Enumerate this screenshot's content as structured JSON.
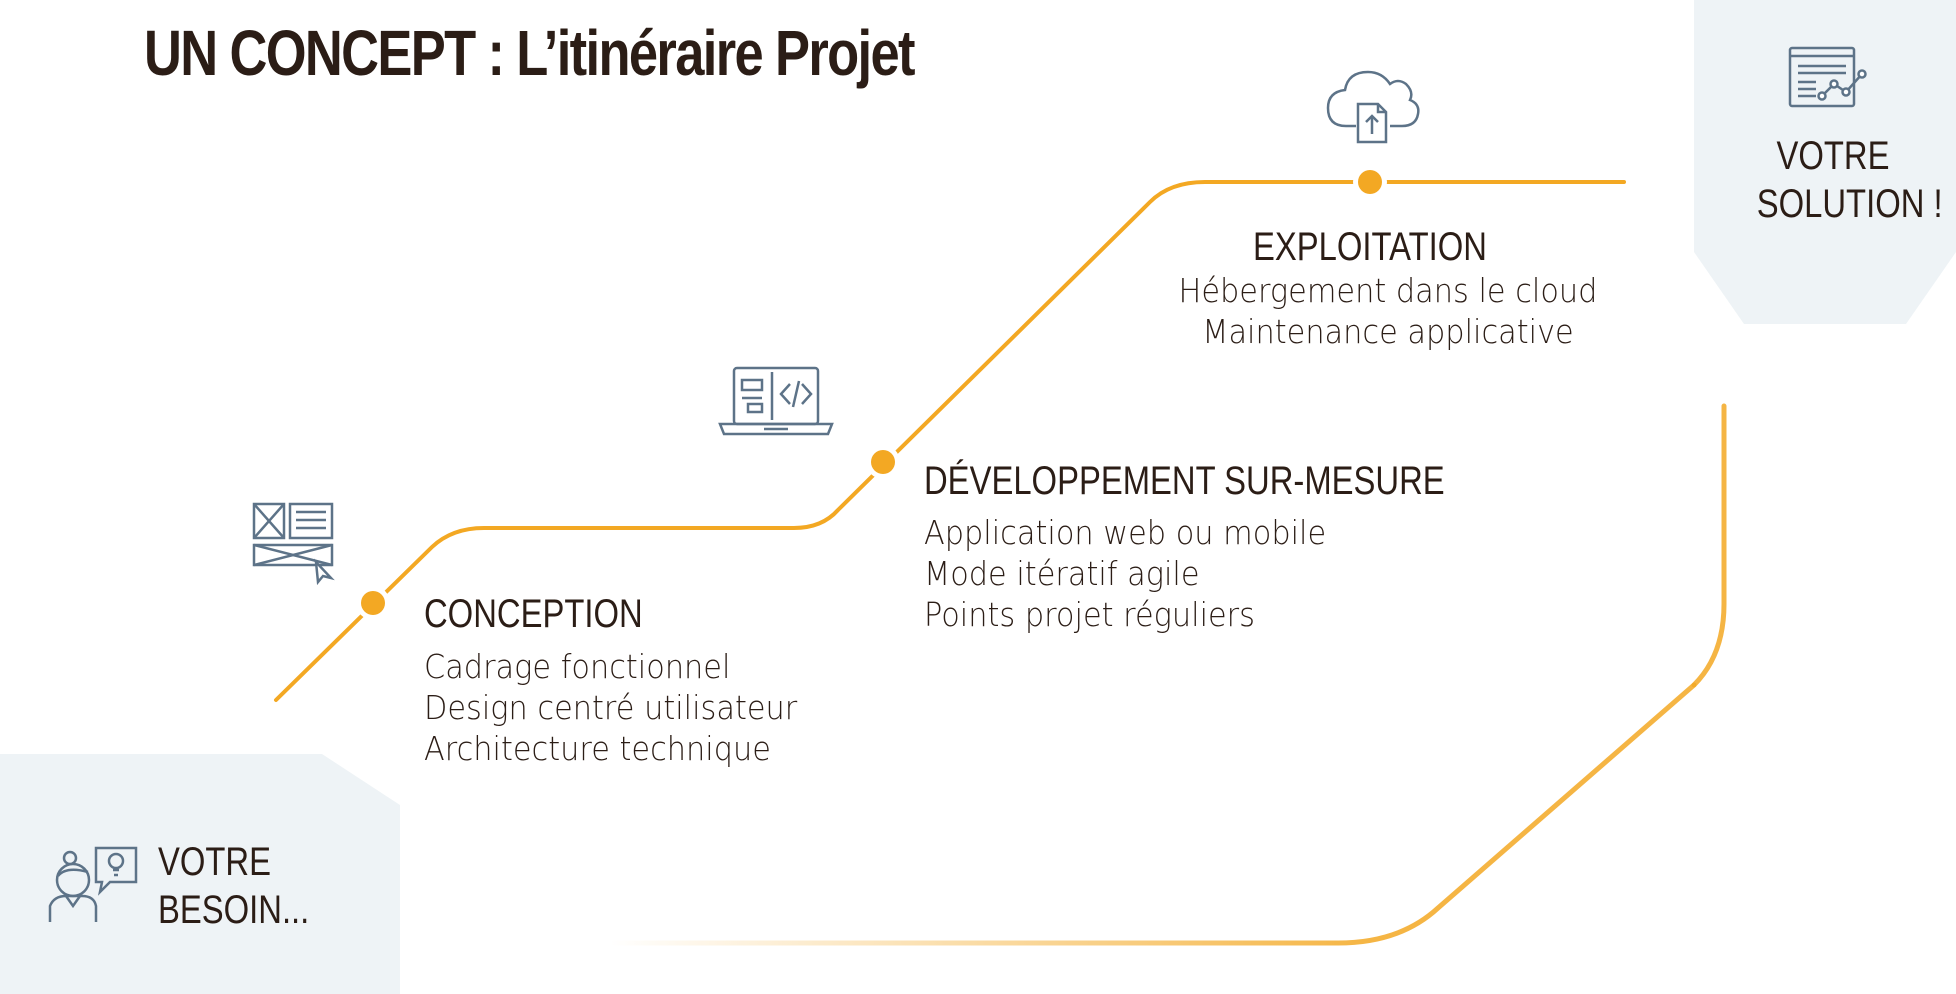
{
  "title": "UN CONCEPT : L’itinéraire Projet",
  "colors": {
    "accent": "#f3a823",
    "icon": "#5d7388",
    "badge_bg": "#eef3f6",
    "text": "#2b1d16"
  },
  "start_badge": {
    "line1": "VOTRE",
    "line2": "BESOIN...",
    "icon": "person-lightbulb-icon"
  },
  "end_badge": {
    "line1": "VOTRE",
    "line2": "SOLUTION !",
    "icon": "dashboard-analytics-icon"
  },
  "steps": [
    {
      "title": "CONCEPTION",
      "icon": "wireframe-icon",
      "lines": [
        "Cadrage fonctionnel",
        "Design centré utilisateur",
        "Architecture technique"
      ]
    },
    {
      "title": "DÉVELOPPEMENT SUR-MESURE",
      "icon": "laptop-code-icon",
      "lines": [
        "Application web ou mobile",
        "Mode itératif agile",
        "Points projet réguliers"
      ]
    },
    {
      "title": "EXPLOITATION",
      "icon": "cloud-upload-icon",
      "lines": [
        "Hébergement dans le cloud",
        "Maintenance applicative"
      ]
    }
  ]
}
